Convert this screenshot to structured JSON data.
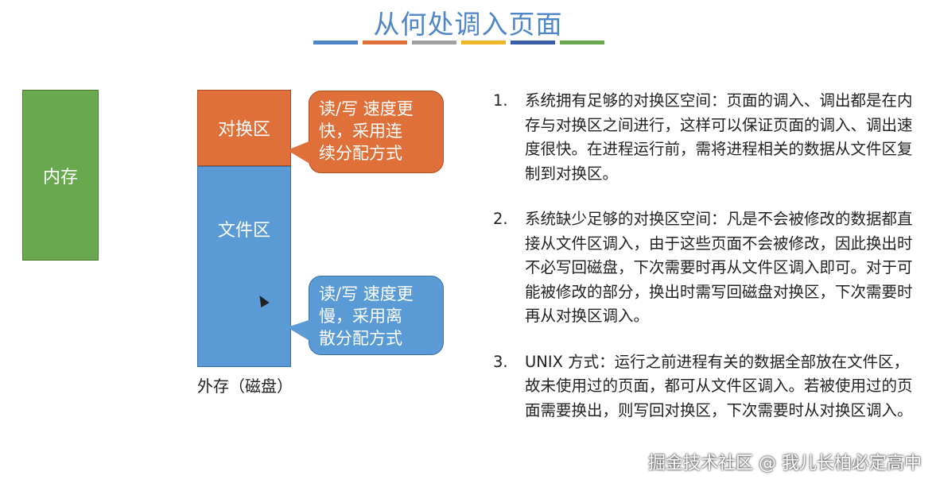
{
  "slide": {
    "title": "从何处调入页面",
    "title_bar_colors": [
      "#4f86c6",
      "#e0703a",
      "#a0a0a0",
      "#f0b429",
      "#3a5fa8",
      "#6aa84f"
    ],
    "memory_label": "内存",
    "swap_label": "对换区",
    "file_label": "文件区",
    "disk_label": "外存（磁盘）",
    "callout_swap": [
      "读/写 速度更",
      "快，采用连",
      "续分配方式"
    ],
    "callout_file": [
      "读/写 速度更",
      "慢，采用离",
      "散分配方式"
    ],
    "points": [
      {
        "num": "1.",
        "text": "系统拥有足够的对换区空间：页面的调入、调出都是在内存与对换区之间进行，这样可以保证页面的调入、调出速度很快。在进程运行前，需将进程相关的数据从文件区复制到对换区。"
      },
      {
        "num": "2.",
        "text": "系统缺少足够的对换区空间：凡是不会被修改的数据都直接从文件区调入，由于这些页面不会被修改，因此换出时不必写回磁盘，下次需要时再从文件区调入即可。对于可能被修改的部分，换出时需写回磁盘对换区，下次需要时再从对换区调入。"
      },
      {
        "num": "3.",
        "text": "UNIX 方式：运行之前进程有关的数据全部放在文件区，故未使用过的页面，都可从文件区调入。若被使用过的页面需要换出，则写回对换区，下次需要时从对换区调入。"
      }
    ],
    "watermark": "掘金技术社区 @ 我儿长柏必定高中",
    "colors": {
      "memory": "#6aa84f",
      "swap": "#e0703a",
      "file": "#5b9bd5",
      "title": "#4f86c6"
    }
  }
}
